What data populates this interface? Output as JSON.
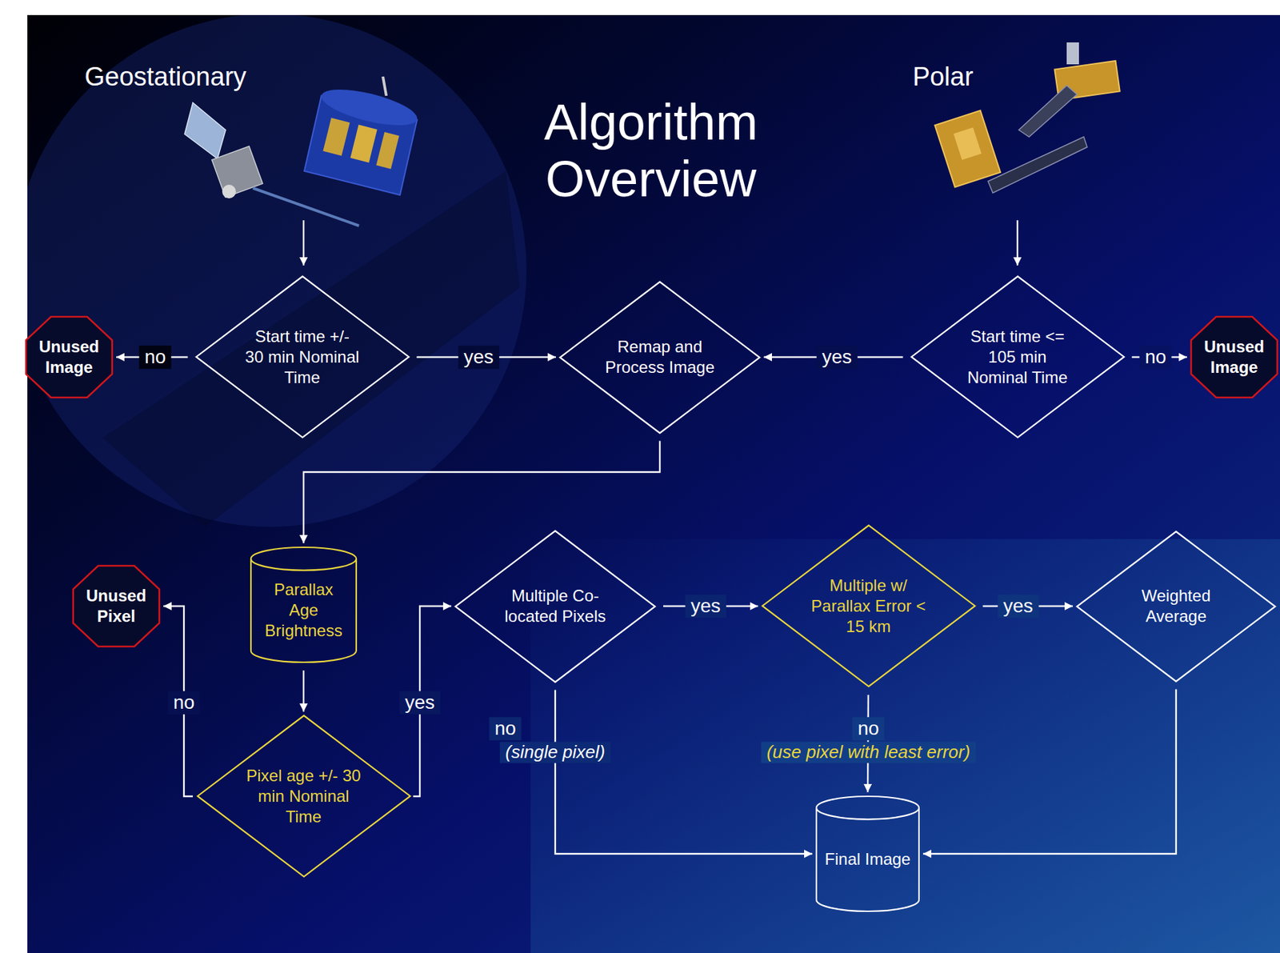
{
  "diagram": {
    "title": "Algorithm Overview",
    "nodes": [
      {
        "text": [
          "Unused Image"
        ]
      },
      {
        "text": [
          "Start time +/- 30 min Nominal Time"
        ]
      },
      {
        "text": [
          "Remap and Process Image"
        ]
      },
      {
        "text": [
          "Start time <= 105 min Nominal Time"
        ]
      },
      {
        "text": [
          "Unused Image"
        ]
      },
      {
        "text": [
          "Unused Pixel"
        ]
      },
      {
        "text": [
          "Parallax Age Brightness"
        ]
      },
      {
        "text": [
          "Multiple Co-located Pixels"
        ]
      },
      {
        "text": [
          "Multiple w/ Parallax Error < 15 km"
        ]
      },
      {
        "text": [
          "Weighted Average"
        ]
      },
      {
        "text": [
          "Pixel age +/- 30 min Nominal Time"
        ]
      },
      {
        "text": [
          "Final Image"
        ]
      }
    ],
    "edges": [
      {
        "from": 1,
        "to": 0,
        "label": "no",
        "arrow": "to"
      },
      {
        "from": 1,
        "to": 2,
        "label": "yes",
        "arrow": "to"
      },
      {
        "from": 3,
        "to": 2,
        "label": "yes",
        "arrow": "to"
      },
      {
        "from": 3,
        "to": 4,
        "label": "no",
        "arrow": "to"
      },
      {
        "from": 2,
        "to": 6,
        "arrow": "to"
      },
      {
        "from": 6,
        "to": 10,
        "arrow": "to"
      },
      {
        "from": 10,
        "to": 5,
        "label": "no",
        "arrow": "to"
      },
      {
        "from": 10,
        "to": 7,
        "label": "yes",
        "arrow": "to"
      },
      {
        "from": 7,
        "to": 8,
        "label": "yes",
        "arrow": "to"
      },
      {
        "from": 8,
        "to": 9,
        "label": "yes",
        "arrow": "to"
      },
      {
        "from": 7,
        "to": 11,
        "label": "no",
        "arrow": "to"
      },
      {
        "from": 8,
        "to": 11,
        "label": "no",
        "arrow": "to"
      },
      {
        "from": 9,
        "to": 11,
        "arrow": "to"
      }
    ],
    "labels": [
      "Geostationary",
      "Polar",
      "(single pixel)",
      "(use pixel with least error)"
    ]
  }
}
